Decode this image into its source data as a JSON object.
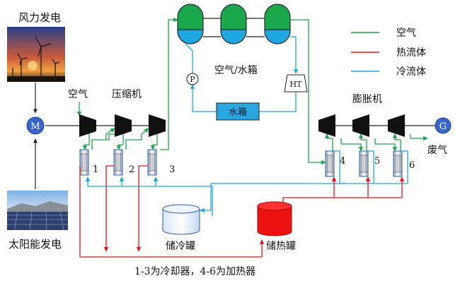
{
  "labels": {
    "wind_power": "风力发电",
    "solar_power": "太阳能发电",
    "motor": "M",
    "generator": "G",
    "air_in": "空气",
    "compressor": "压缩机",
    "expander": "膨胀机",
    "air_water_tank": "空气/水箱",
    "water_tank": "水箱",
    "pump": "P",
    "hydraulic_turbine": "HT",
    "cold_storage": "储冷罐",
    "heat_storage": "储热罐",
    "exhaust": "废气",
    "footnote": "1-3为冷却器，4-6为加热器"
  },
  "exchanger_numbers": [
    "1",
    "2",
    "3",
    "4",
    "5",
    "6"
  ],
  "legend": [
    {
      "label": "空气",
      "color": "#1aa64a"
    },
    {
      "label": "热流体",
      "color": "#e8141b"
    },
    {
      "label": "冷流体",
      "color": "#1ea7e1"
    }
  ],
  "colors": {
    "air": "#1aa64a",
    "hot": "#e8141b",
    "cold": "#1ea7e1",
    "tank_top": "#1aa64a",
    "tank_bottom": "#1ea7e1",
    "water_box": "#2aa7e0",
    "heat_tank": "#ee1111",
    "circle_blue": "#3a66c8"
  }
}
